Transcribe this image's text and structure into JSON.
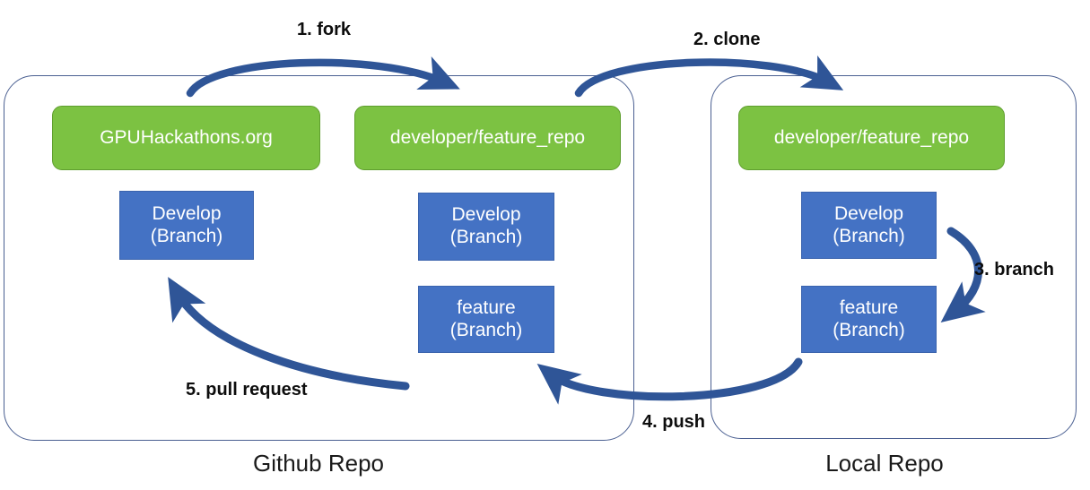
{
  "diagram": {
    "title": "Git fork / clone / branch / push / pull request workflow",
    "colors": {
      "repo_green": "#7CC242",
      "branch_blue": "#4472C4",
      "arrow_blue": "#2F5597",
      "panel_outline": "#4a5f91",
      "label_text": "#0d0d0d"
    }
  },
  "panels": [
    {
      "id": "github-repo",
      "label": "Github Repo"
    },
    {
      "id": "local-repo",
      "label": "Local Repo"
    }
  ],
  "repos": [
    {
      "id": "gpuhackathons",
      "label": "GPUHackathons.org"
    },
    {
      "id": "github-feature-repo",
      "label": "developer/feature_repo"
    },
    {
      "id": "local-feature-repo",
      "label": "developer/feature_repo"
    }
  ],
  "branches": [
    {
      "id": "github-upstream-develop",
      "line1": "Develop",
      "line2": "(Branch)"
    },
    {
      "id": "github-fork-develop",
      "line1": "Develop",
      "line2": "(Branch)"
    },
    {
      "id": "github-fork-feature",
      "line1": "feature",
      "line2": "(Branch)"
    },
    {
      "id": "local-develop",
      "line1": "Develop",
      "line2": "(Branch)"
    },
    {
      "id": "local-feature",
      "line1": "feature",
      "line2": "(Branch)"
    }
  ],
  "steps": [
    {
      "id": "step-1",
      "label": "1. fork"
    },
    {
      "id": "step-2",
      "label": "2. clone"
    },
    {
      "id": "step-3",
      "label": "3. branch"
    },
    {
      "id": "step-4",
      "label": "4. push"
    },
    {
      "id": "step-5",
      "label": "5. pull request"
    }
  ]
}
